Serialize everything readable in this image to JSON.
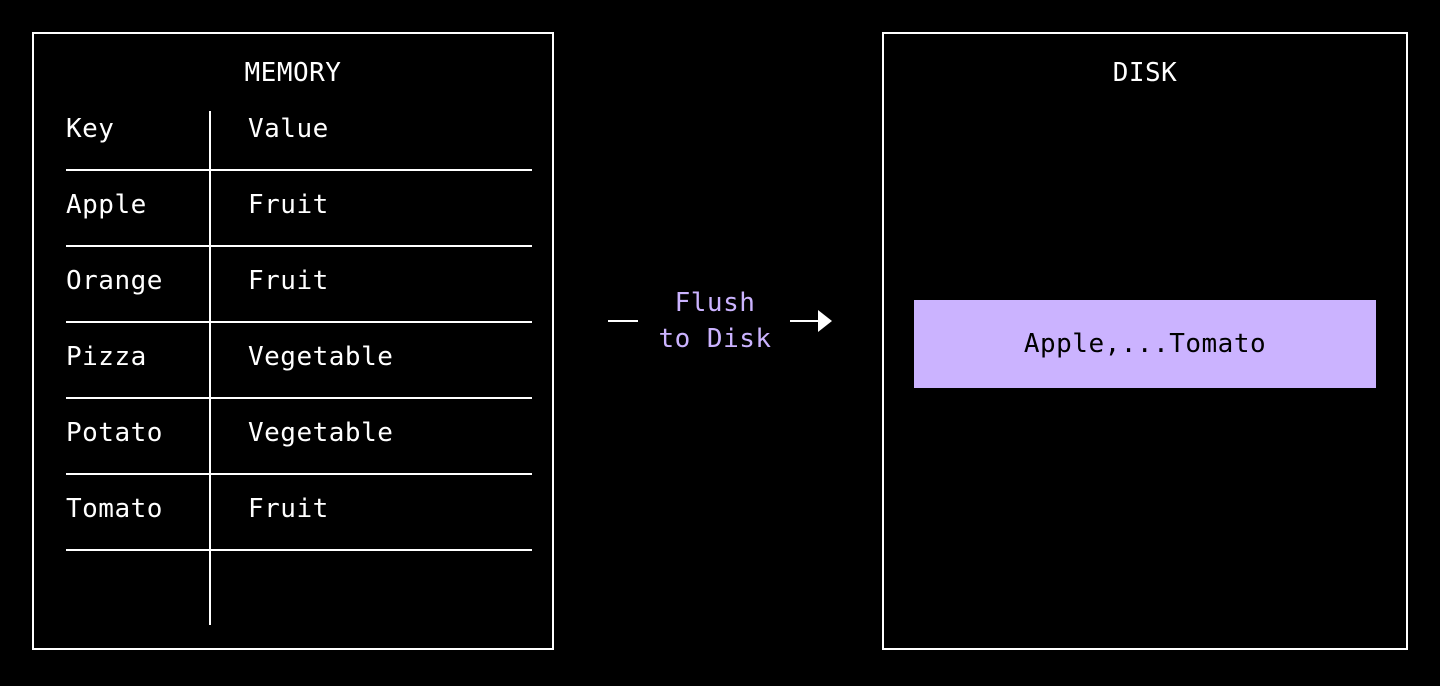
{
  "memory": {
    "title": "MEMORY",
    "header": {
      "key": "Key",
      "value": "Value"
    },
    "rows": [
      {
        "key": "Apple",
        "value": "Fruit"
      },
      {
        "key": "Orange",
        "value": "Fruit"
      },
      {
        "key": "Pizza",
        "value": "Vegetable"
      },
      {
        "key": "Potato",
        "value": "Vegetable"
      },
      {
        "key": "Tomato",
        "value": "Fruit"
      }
    ]
  },
  "flush": {
    "line1": "Flush",
    "line2": "to Disk"
  },
  "disk": {
    "title": "DISK",
    "block_label": "Apple,...Tomato"
  },
  "colors": {
    "background": "#000000",
    "foreground": "#ffffff",
    "accent": "#cbb3ff"
  }
}
